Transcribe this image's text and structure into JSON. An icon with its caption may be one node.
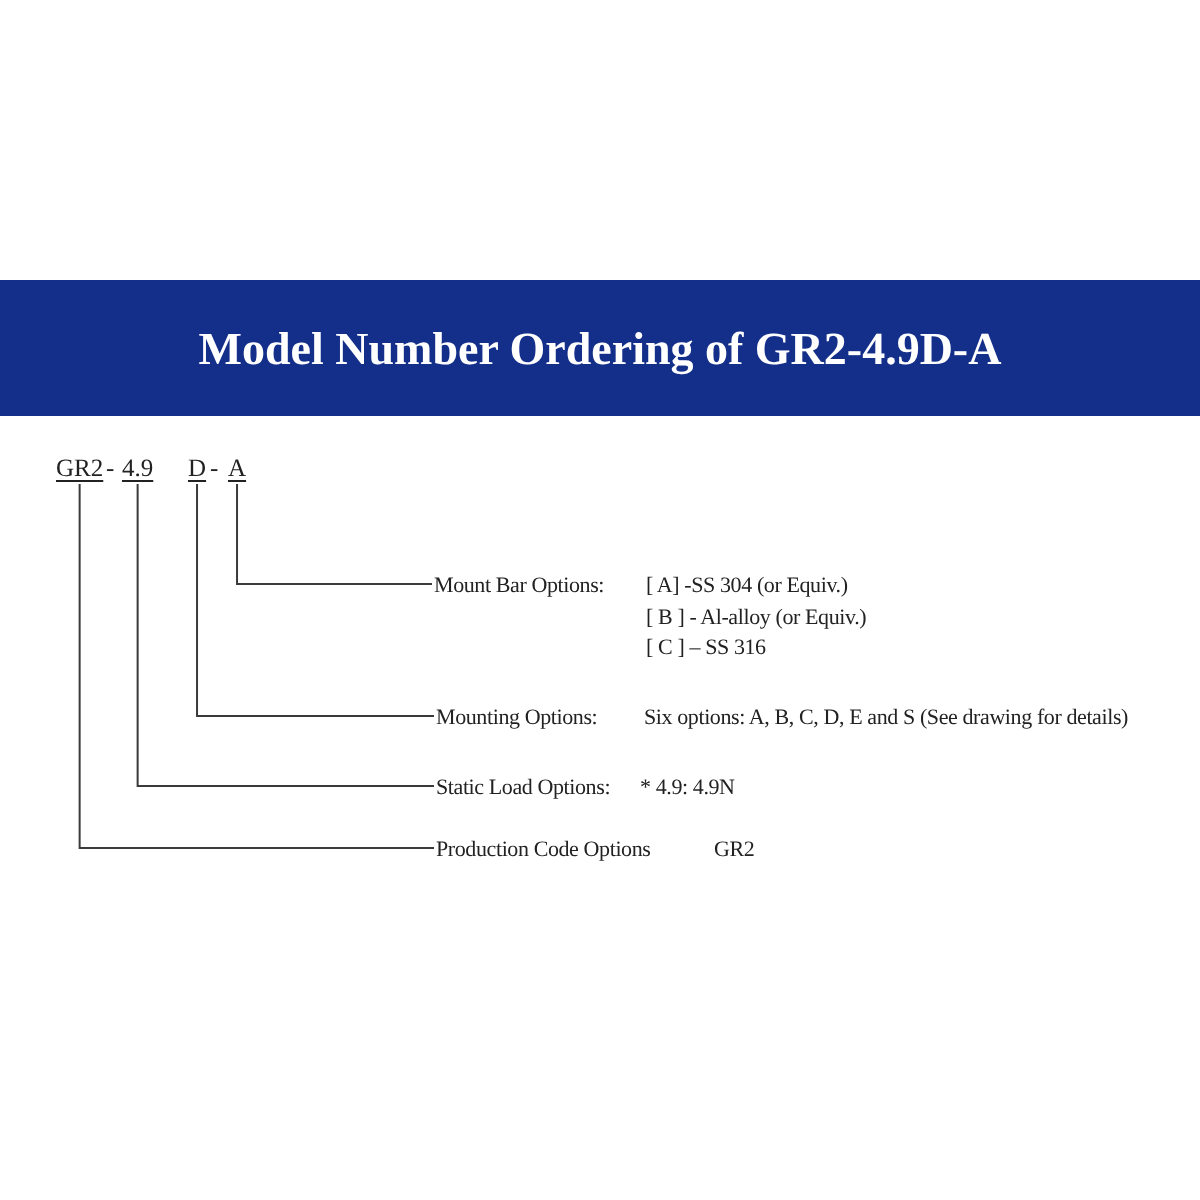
{
  "diagram": {
    "title": "Model Number Ordering of GR2-4.9D-A",
    "nodes": [
      {
        "text": [
          "GR2"
        ]
      },
      {
        "text": [
          "4.9"
        ]
      },
      {
        "text": [
          "D"
        ]
      },
      {
        "text": [
          "A"
        ]
      },
      {
        "text": [
          "Mount Bar Options:",
          "[ A] -SS 304 (or Equiv.)",
          "[ B ] - Al-alloy (or Equiv.)",
          "[ C ] – SS 316"
        ]
      },
      {
        "text": [
          "Mounting Options:",
          "Six options: A, B, C, D, E and S (See drawing for details)"
        ]
      },
      {
        "text": [
          "Static Load Options:",
          "* 4.9: 4.9N"
        ]
      },
      {
        "text": [
          "Production Code Options",
          "GR2"
        ]
      }
    ],
    "edges": [
      {
        "from": 3,
        "to": 4,
        "arrow": "none"
      },
      {
        "from": 2,
        "to": 5,
        "arrow": "none"
      },
      {
        "from": 1,
        "to": 6,
        "arrow": "none"
      },
      {
        "from": 0,
        "to": 7,
        "arrow": "none"
      }
    ],
    "labels": [
      "-",
      "-"
    ]
  }
}
